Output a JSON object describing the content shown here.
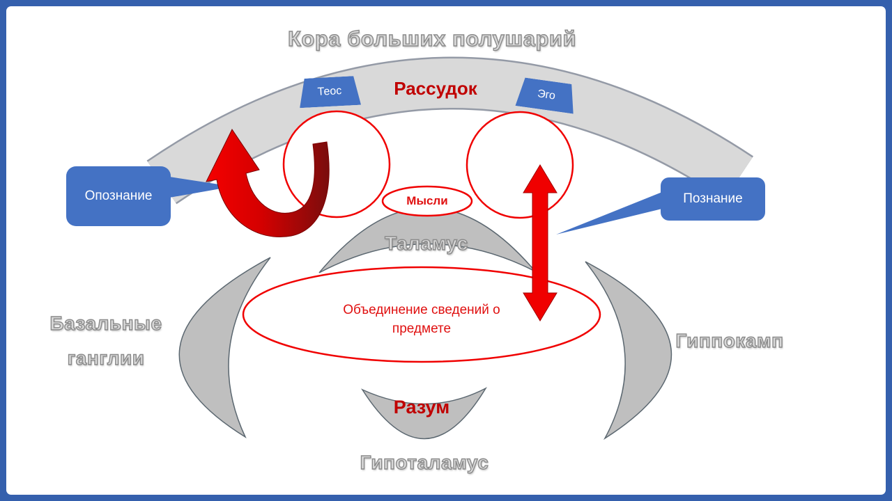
{
  "slide": {
    "title": "Кора больших полушарий"
  },
  "cortex": {
    "reason_label": "Рассудок",
    "theos_label": "Теос",
    "ego_label": "Эго"
  },
  "callouts": {
    "recognition": "Опознание",
    "cognition": "Познание"
  },
  "center": {
    "thoughts": "Мысли",
    "thalamus": "Таламус",
    "integration_lines": [
      "Объединение сведений о",
      "предмете"
    ]
  },
  "lower": {
    "basal_ganglia_lines": [
      "Базальные",
      "ганглии"
    ],
    "hippocampus": "Гиппокамп",
    "mind": "Разум",
    "hypothalamus": "Гипоталамус"
  },
  "colors": {
    "frame_blue": "#3560AD",
    "accent_blue": "#4472C4",
    "arc_gray": "#D9D9D9",
    "shape_gray": "#BFBFBF",
    "outline_gray": "#8A8A8A",
    "red": "#F00000",
    "dark_red": "#C00000"
  }
}
